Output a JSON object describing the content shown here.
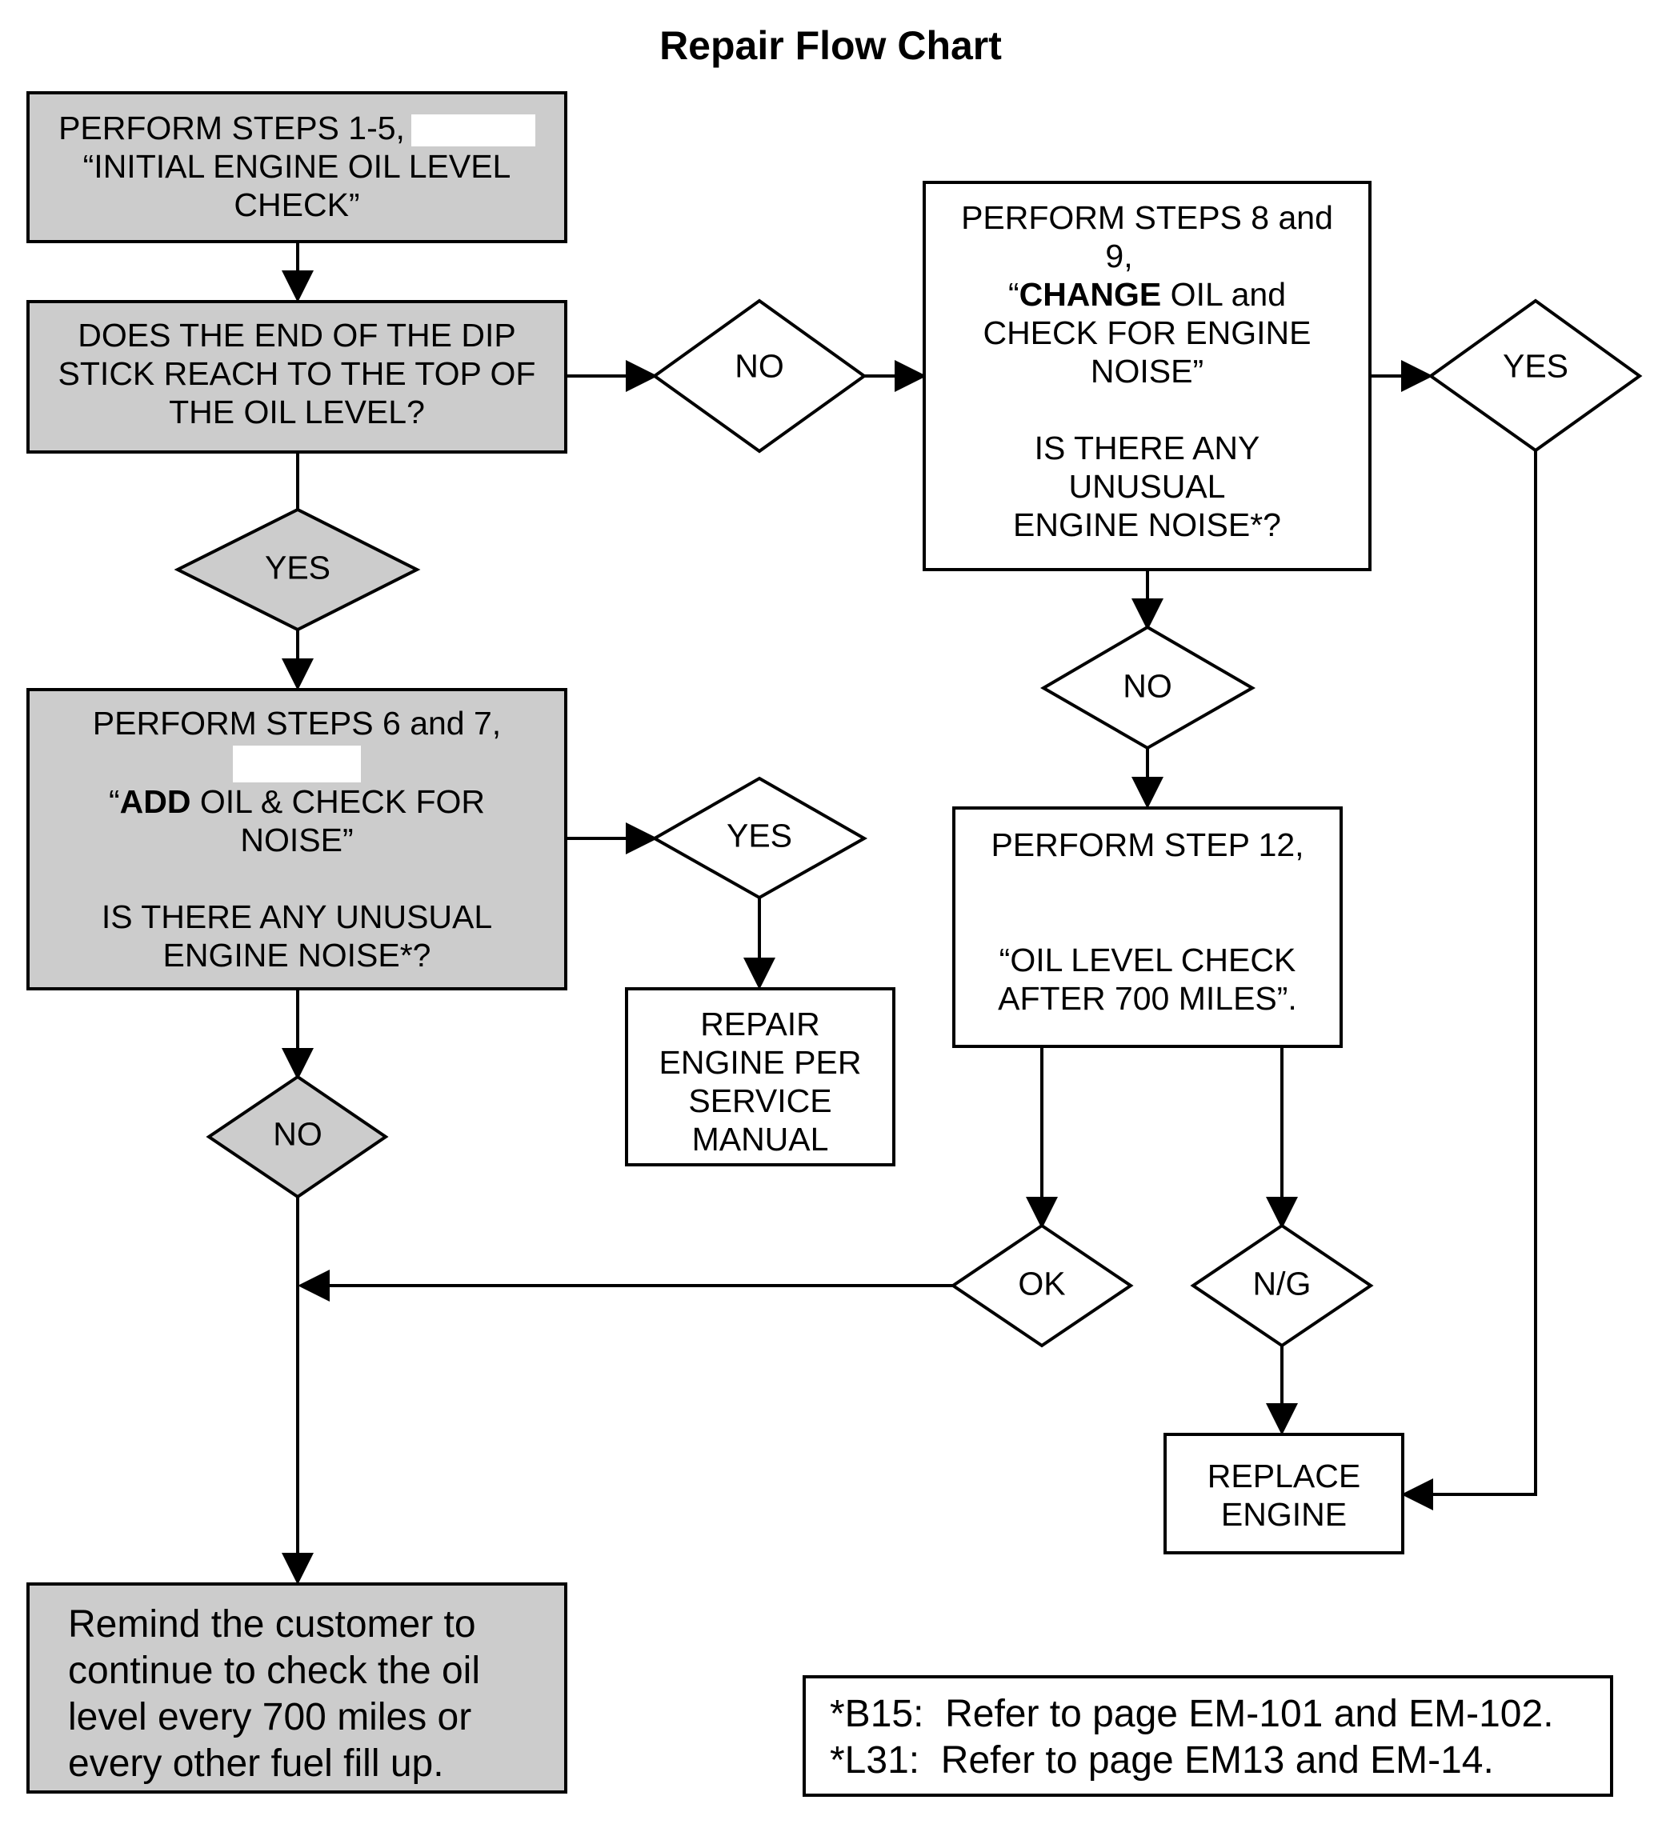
{
  "title": "Repair Flow Chart",
  "boxes": {
    "step1": {
      "lines": [
        "PERFORM STEPS 1-5,",
        "“INITIAL ENGINE OIL LEVEL",
        "CHECK”"
      ]
    },
    "dipstick": {
      "lines": [
        "DOES THE END OF THE DIP",
        "STICK REACH TO THE TOP OF",
        "THE OIL LEVEL?"
      ]
    },
    "step6": {
      "line1": "PERFORM STEPS 6 and 7,",
      "add_open_quote": "“",
      "add_bold": "ADD",
      "add_rest": " OIL & CHECK FOR",
      "line4": "NOISE”",
      "question": [
        "IS THERE ANY UNUSUAL",
        "ENGINE NOISE*?"
      ]
    },
    "step8": {
      "line1": "PERFORM STEPS 8 and",
      "line2": "9,",
      "change_open_quote": "“",
      "change_bold": "CHANGE",
      "change_rest": " OIL and",
      "line4": "CHECK FOR ENGINE",
      "line5": "NOISE”",
      "question": [
        "IS THERE ANY",
        "UNUSUAL",
        "ENGINE NOISE*?"
      ]
    },
    "step12": {
      "line1": "PERFORM STEP 12,",
      "quote": [
        "“OIL LEVEL CHECK",
        "AFTER 700 MILES”."
      ]
    },
    "repair": {
      "lines": [
        "REPAIR",
        "ENGINE PER",
        "SERVICE",
        "MANUAL"
      ]
    },
    "replace": {
      "lines": [
        "REPLACE",
        "ENGINE"
      ]
    },
    "remind": {
      "lines": [
        "Remind the customer to",
        "continue to check the oil",
        "level every 700 miles or",
        "every other fuel fill up."
      ]
    }
  },
  "decisions": {
    "no_dipstick": "NO",
    "yes_dipstick": "YES",
    "yes_noise_add": "YES",
    "no_noise_add": "NO",
    "yes_noise_change": "YES",
    "no_noise_change": "NO",
    "ok": "OK",
    "ng": "N/G"
  },
  "footnote": {
    "lines": [
      "*B15:  Refer to page EM-101 and EM-102.",
      "*L31:  Refer to page EM13 and EM-14."
    ]
  },
  "colors": {
    "gray_fill": "#cccccc",
    "white_fill": "#ffffff",
    "stroke": "#000000"
  }
}
